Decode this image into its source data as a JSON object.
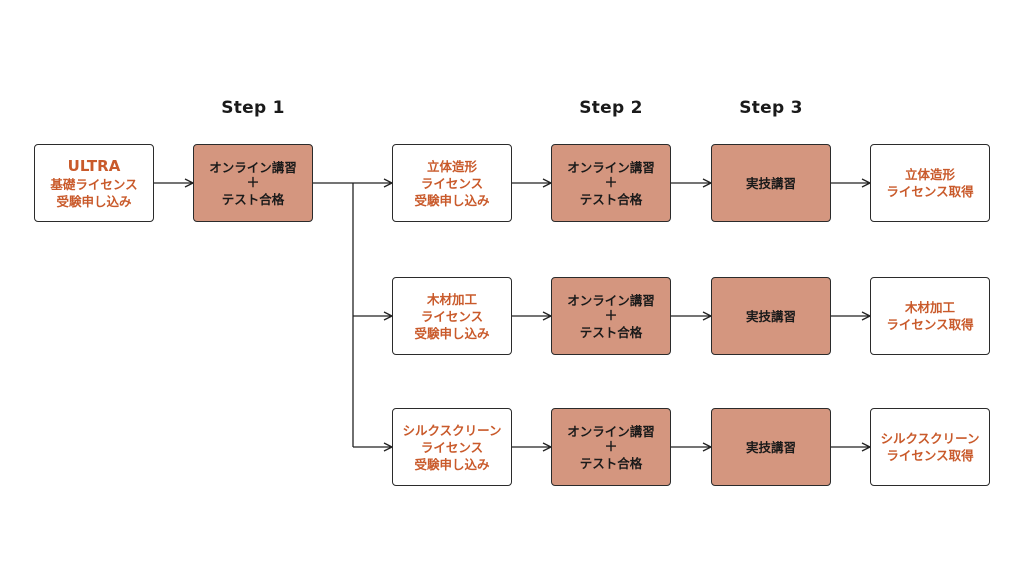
{
  "steps": {
    "step1": "Step 1",
    "step2": "Step 2",
    "step3": "Step 3"
  },
  "start": {
    "line1": "ULTRA",
    "line2": "基礎ライセンス",
    "line3": "受験申し込み"
  },
  "step1_box": {
    "line1": "オンライン講習",
    "plus": "＋",
    "line2": "テスト合格"
  },
  "tracks": [
    {
      "apply": [
        "立体造形",
        "ライセンス",
        "受験申し込み"
      ],
      "online": {
        "line1": "オンライン講習",
        "plus": "＋",
        "line2": "テスト合格"
      },
      "practical": "実技講習",
      "result": [
        "立体造形",
        "ライセンス取得"
      ]
    },
    {
      "apply": [
        "木材加工",
        "ライセンス",
        "受験申し込み"
      ],
      "online": {
        "line1": "オンライン講習",
        "plus": "＋",
        "line2": "テスト合格"
      },
      "practical": "実技講習",
      "result": [
        "木材加工",
        "ライセンス取得"
      ]
    },
    {
      "apply": [
        "シルクスクリーン",
        "ライセンス",
        "受験申し込み"
      ],
      "online": {
        "line1": "オンライン講習",
        "plus": "＋",
        "line2": "テスト合格"
      },
      "practical": "実技講習",
      "result": [
        "シルクスクリーン",
        "ライセンス取得"
      ]
    }
  ],
  "colors": {
    "accent_text": "#c95a2b",
    "filled_box": "#d4967f",
    "border": "#2b2b2b"
  }
}
